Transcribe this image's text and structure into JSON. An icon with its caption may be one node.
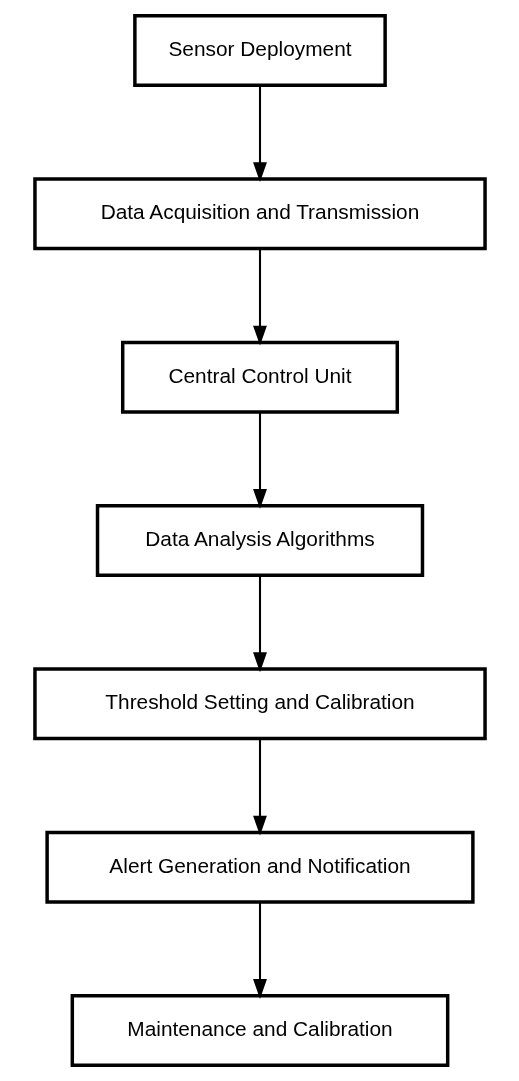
{
  "diagram": {
    "nodes": [
      {
        "text": [
          "Sensor Deployment"
        ]
      },
      {
        "text": [
          "Data Acquisition and Transmission"
        ]
      },
      {
        "text": [
          "Central Control Unit"
        ]
      },
      {
        "text": [
          "Data Analysis Algorithms"
        ]
      },
      {
        "text": [
          "Threshold Setting and Calibration"
        ]
      },
      {
        "text": [
          "Alert Generation and Notification"
        ]
      },
      {
        "text": [
          "Maintenance and Calibration"
        ]
      }
    ],
    "edges": [
      {
        "from": 0,
        "to": 1,
        "arrow": "to"
      },
      {
        "from": 1,
        "to": 2,
        "arrow": "to"
      },
      {
        "from": 2,
        "to": 3,
        "arrow": "to"
      },
      {
        "from": 3,
        "to": 4,
        "arrow": "to"
      },
      {
        "from": 4,
        "to": 5,
        "arrow": "to"
      },
      {
        "from": 5,
        "to": 6,
        "arrow": "to"
      }
    ]
  }
}
